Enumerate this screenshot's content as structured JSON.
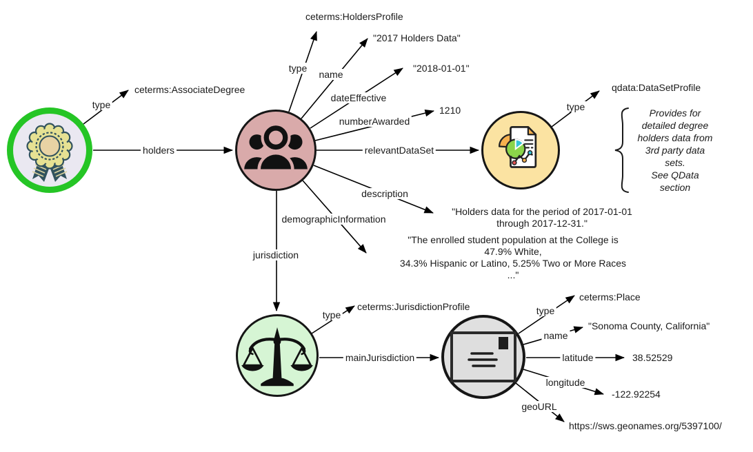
{
  "credential": {
    "type_label": "type",
    "type_value": "ceterms:AssociateDegree",
    "holders_label": "holders"
  },
  "holders_profile": {
    "type_label": "type",
    "type_value": "ceterms:HoldersProfile",
    "name_label": "name",
    "name_value": "\"2017 Holders Data\"",
    "date_effective_label": "dateEffective",
    "date_effective_value": "\"2018-01-01\"",
    "number_awarded_label": "numberAwarded",
    "number_awarded_value": "1210",
    "relevant_dataset_label": "relevantDataSet",
    "description_label": "description",
    "description_value": "\"Holders data for the period of 2017-01-01\nthrough 2017-12-31.\"",
    "demographic_label": "demographicInformation",
    "demographic_value": "\"The enrolled student population at the College is 47.9% White,\n34.3% Hispanic or Latino, 5.25% Two or More Races ...\"",
    "jurisdiction_label": "jurisdiction"
  },
  "dataset_profile": {
    "type_label": "type",
    "type_value": "qdata:DataSetProfile",
    "note": "Provides for\ndetailed degree\nholders data from\n3rd party data sets.\nSee QData section"
  },
  "jurisdiction_profile": {
    "type_label": "type",
    "type_value": "ceterms:JurisdictionProfile",
    "main_jurisdiction_label": "mainJurisdiction"
  },
  "place": {
    "type_label": "type",
    "type_value": "ceterms:Place",
    "name_label": "name",
    "name_value": "\"Sonoma County, California\"",
    "latitude_label": "latitude",
    "latitude_value": "38.52529",
    "longitude_label": "longitude",
    "longitude_value": "-122.92254",
    "geo_url_label": "geoURL",
    "geo_url_value": "https://sws.geonames.org/5397100/"
  },
  "colors": {
    "credential_ring": "#25c525",
    "credential_fill": "#eae8f1",
    "holders_fill": "#d9aaaa",
    "dataset_fill": "#fbe3a2",
    "jurisdiction_fill": "#d6f5d4",
    "place_fill": "#e0e0e0",
    "edge": "#000000",
    "text": "#1a1a1a"
  }
}
